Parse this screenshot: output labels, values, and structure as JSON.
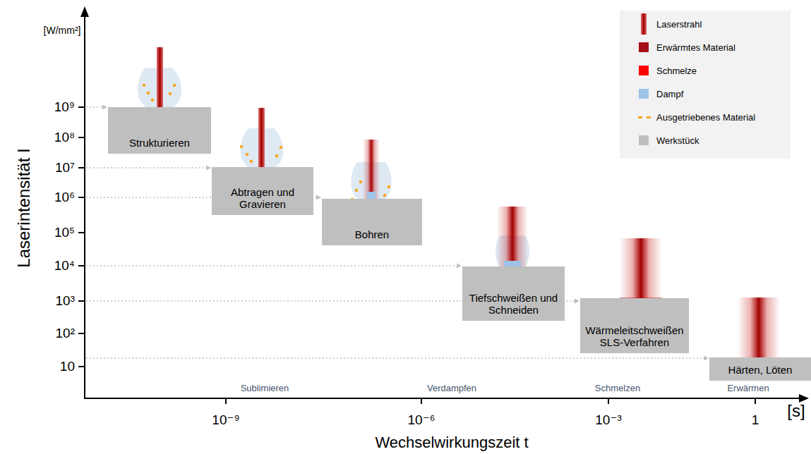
{
  "diagram": {
    "nodes": [
      {
        "text": [
          "Strukturieren"
        ]
      },
      {
        "text": [
          "Abtragen und Gravieren"
        ]
      },
      {
        "text": [
          "Bohren"
        ]
      },
      {
        "text": [
          "Tiefschweißen und Schneiden"
        ]
      },
      {
        "text": [
          "Wärmeleitschweißen SLS-Verfahren"
        ]
      },
      {
        "text": [
          "Härten, Löten"
        ]
      }
    ],
    "labels": [
      "[W/mm²]",
      "10⁹",
      "10⁸",
      "10⁷",
      "10⁶",
      "10⁵",
      "10⁴",
      "10³",
      "10²",
      "10",
      "Laserintensität I",
      "10⁻⁹",
      "10⁻⁶",
      "10⁻³",
      "1",
      "[s]",
      "Wechselwirkungszeit t",
      "Sublimieren",
      "Verdampfen",
      "Schmelzen",
      "Erwärmen"
    ],
    "legend": [
      {
        "text": "Laserstrahl"
      },
      {
        "text": "Erwärmtes Material",
        "color": "#a50f15"
      },
      {
        "text": "Schmelze",
        "color": "#ff0000"
      },
      {
        "text": "Dampf",
        "color": "#9dc3e6"
      },
      {
        "text": "Ausgetriebenes Material"
      },
      {
        "text": "Werkstück",
        "color": "#bfbfbf"
      }
    ]
  }
}
